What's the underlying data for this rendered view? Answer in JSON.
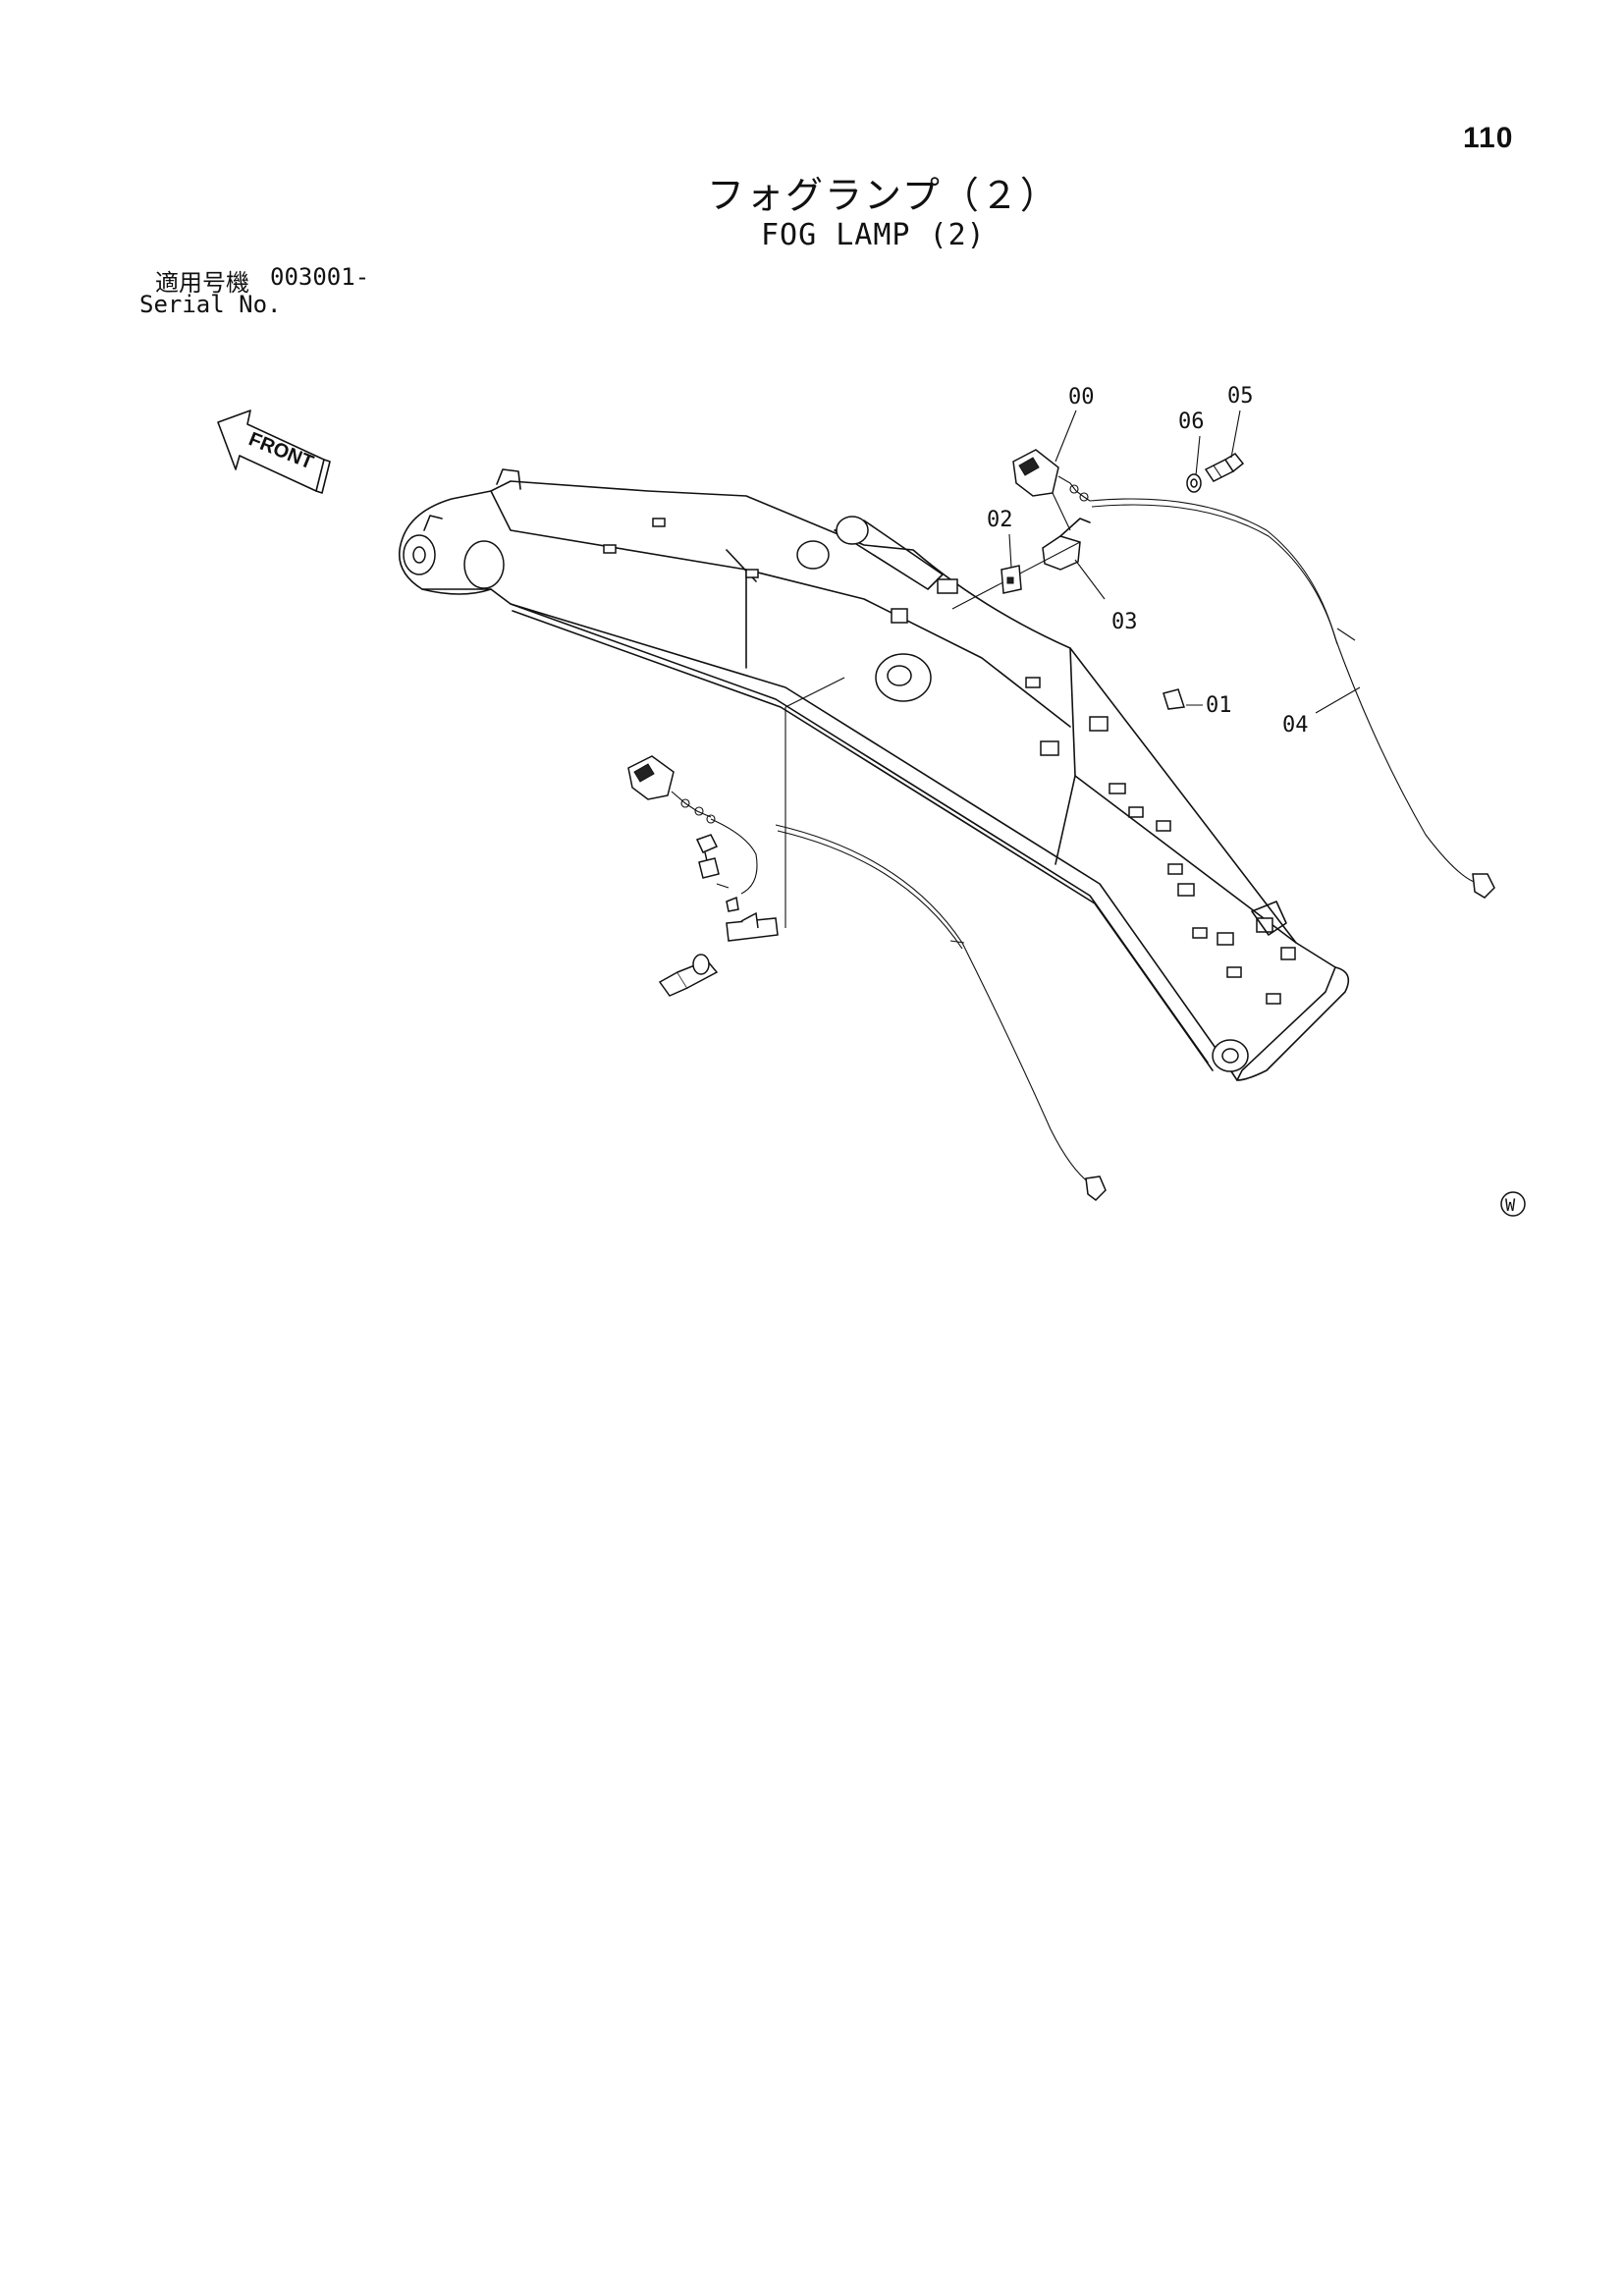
{
  "page_number": "110",
  "title_jp": "フォグランプ（２）",
  "title_en": "FOG LAMP (2)",
  "serial": {
    "label_jp": "適用号機",
    "value": "003001-",
    "label_en": "Serial No."
  },
  "front_arrow_label": "FRONT",
  "callouts": {
    "c00": "00",
    "c01": "01",
    "c02": "02",
    "c03": "03",
    "c04": "04",
    "c05": "05",
    "c06": "06"
  },
  "mark": "W"
}
